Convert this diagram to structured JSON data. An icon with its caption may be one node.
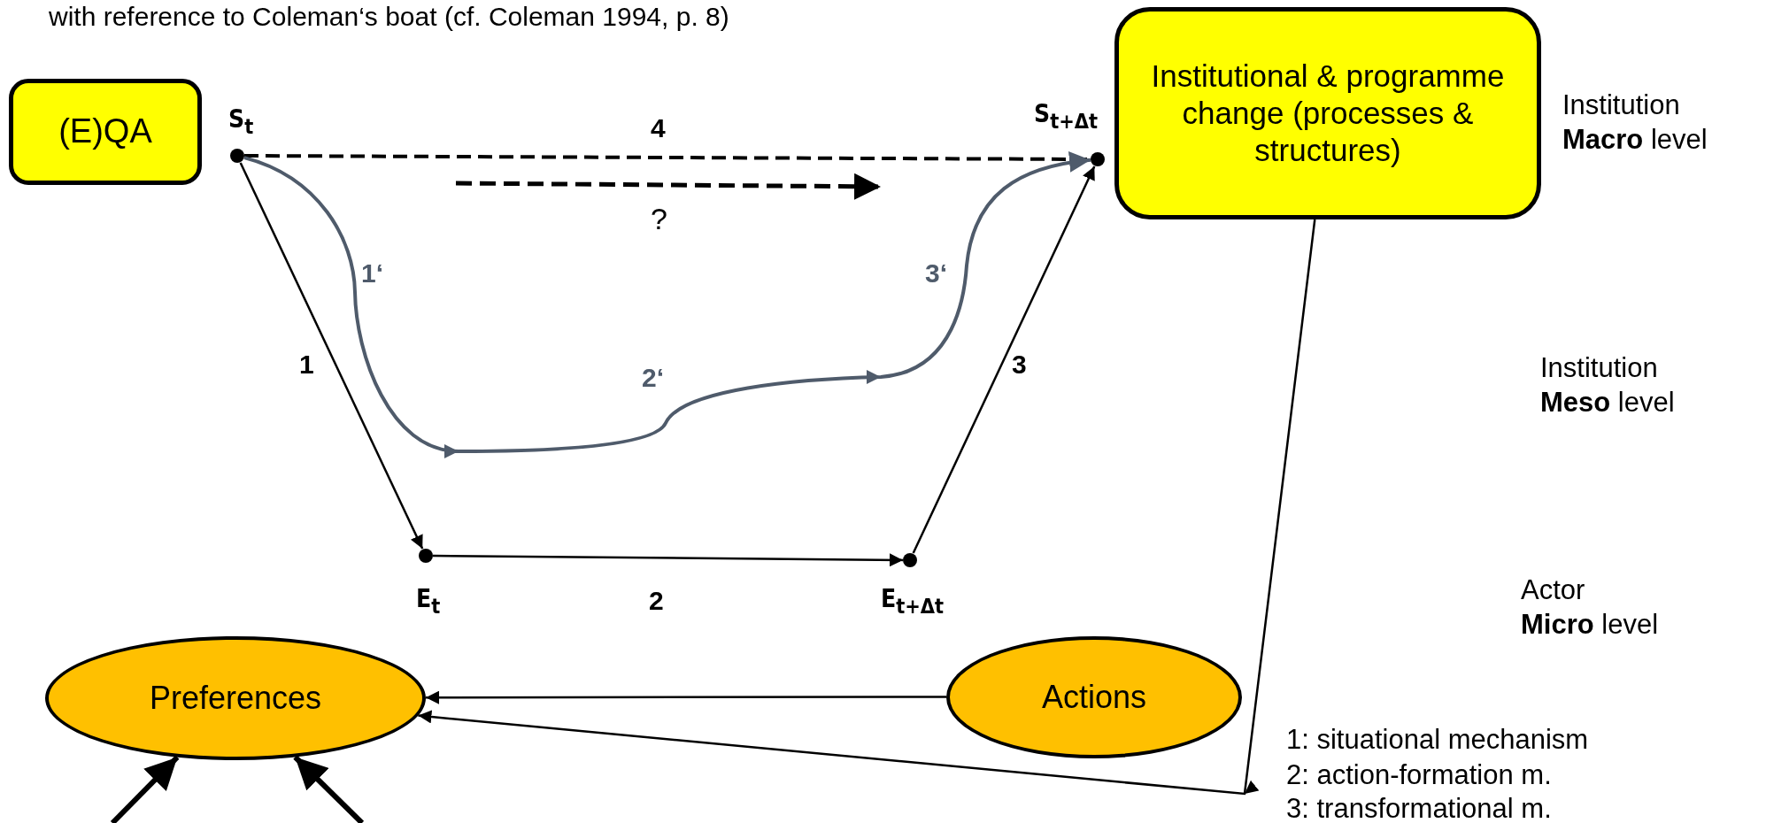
{
  "diagram": {
    "title": "with reference to Coleman‘s boat (cf. Coleman 1994, p. 8)",
    "nodes": [
      {
        "text": [
          "(E)QA"
        ]
      },
      {
        "text": [
          "Institutional & programme change (processes & structures)"
        ]
      },
      {
        "text": [],
        "shape": "circle",
        "beside": [
          "S$_{t}$"
        ]
      },
      {
        "text": [],
        "shape": "circle",
        "beside": [
          "S$_{t+Δt}$"
        ]
      },
      {
        "text": [],
        "shape": "circle",
        "beside": [
          "E$_{t}$"
        ]
      },
      {
        "text": [],
        "shape": "circle",
        "beside": [
          "E$_{t+Δt}$"
        ]
      },
      {
        "text": [
          "Preferences"
        ]
      },
      {
        "text": [
          "Actions"
        ]
      }
    ],
    "edges": [
      {
        "from": 2,
        "to": 3,
        "arrow": "none",
        "label": "4",
        "style": "dashed"
      },
      {
        "from": 2,
        "to": 4,
        "arrow": "to",
        "label": "1"
      },
      {
        "from": 4,
        "to": 5,
        "arrow": "to",
        "label": "2"
      },
      {
        "from": 5,
        "to": 3,
        "arrow": "to",
        "label": "3"
      },
      {
        "from": 2,
        "to": 3,
        "arrow": "to",
        "label": "2‘",
        "color": "#4f5b6b"
      },
      {
        "from": 7,
        "to": 6,
        "arrow": "to"
      },
      {
        "from": 1,
        "to": 6,
        "arrow": "to"
      },
      {
        "from": null,
        "to": 6,
        "arrow": "to",
        "style": "thick"
      },
      {
        "from": null,
        "to": 6,
        "arrow": "to",
        "style": "thick"
      }
    ],
    "labels": [
      "?",
      "1‘",
      "3‘",
      "Institution **Macro** level",
      "Institution **Meso** level",
      "Actor **Micro** level",
      "1: situational mechanism",
      "2: action-formation m.",
      "3: transformational m."
    ]
  }
}
